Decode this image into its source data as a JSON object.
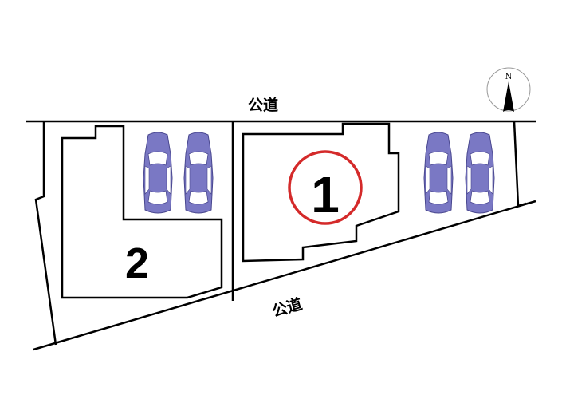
{
  "roads": {
    "top_label": "公道",
    "bottom_label": "公道"
  },
  "lots": [
    {
      "number": "1",
      "highlighted": true
    },
    {
      "number": "2",
      "highlighted": false
    }
  ],
  "compass": {
    "label": "N",
    "icon": "north-arrow-icon"
  },
  "parking": {
    "lot1_cars": 2,
    "lot2_cars": 2,
    "icon": "car-icon"
  },
  "colors": {
    "car": "#7a78c4",
    "highlight": "#d42a2a",
    "lines": "#000000"
  }
}
